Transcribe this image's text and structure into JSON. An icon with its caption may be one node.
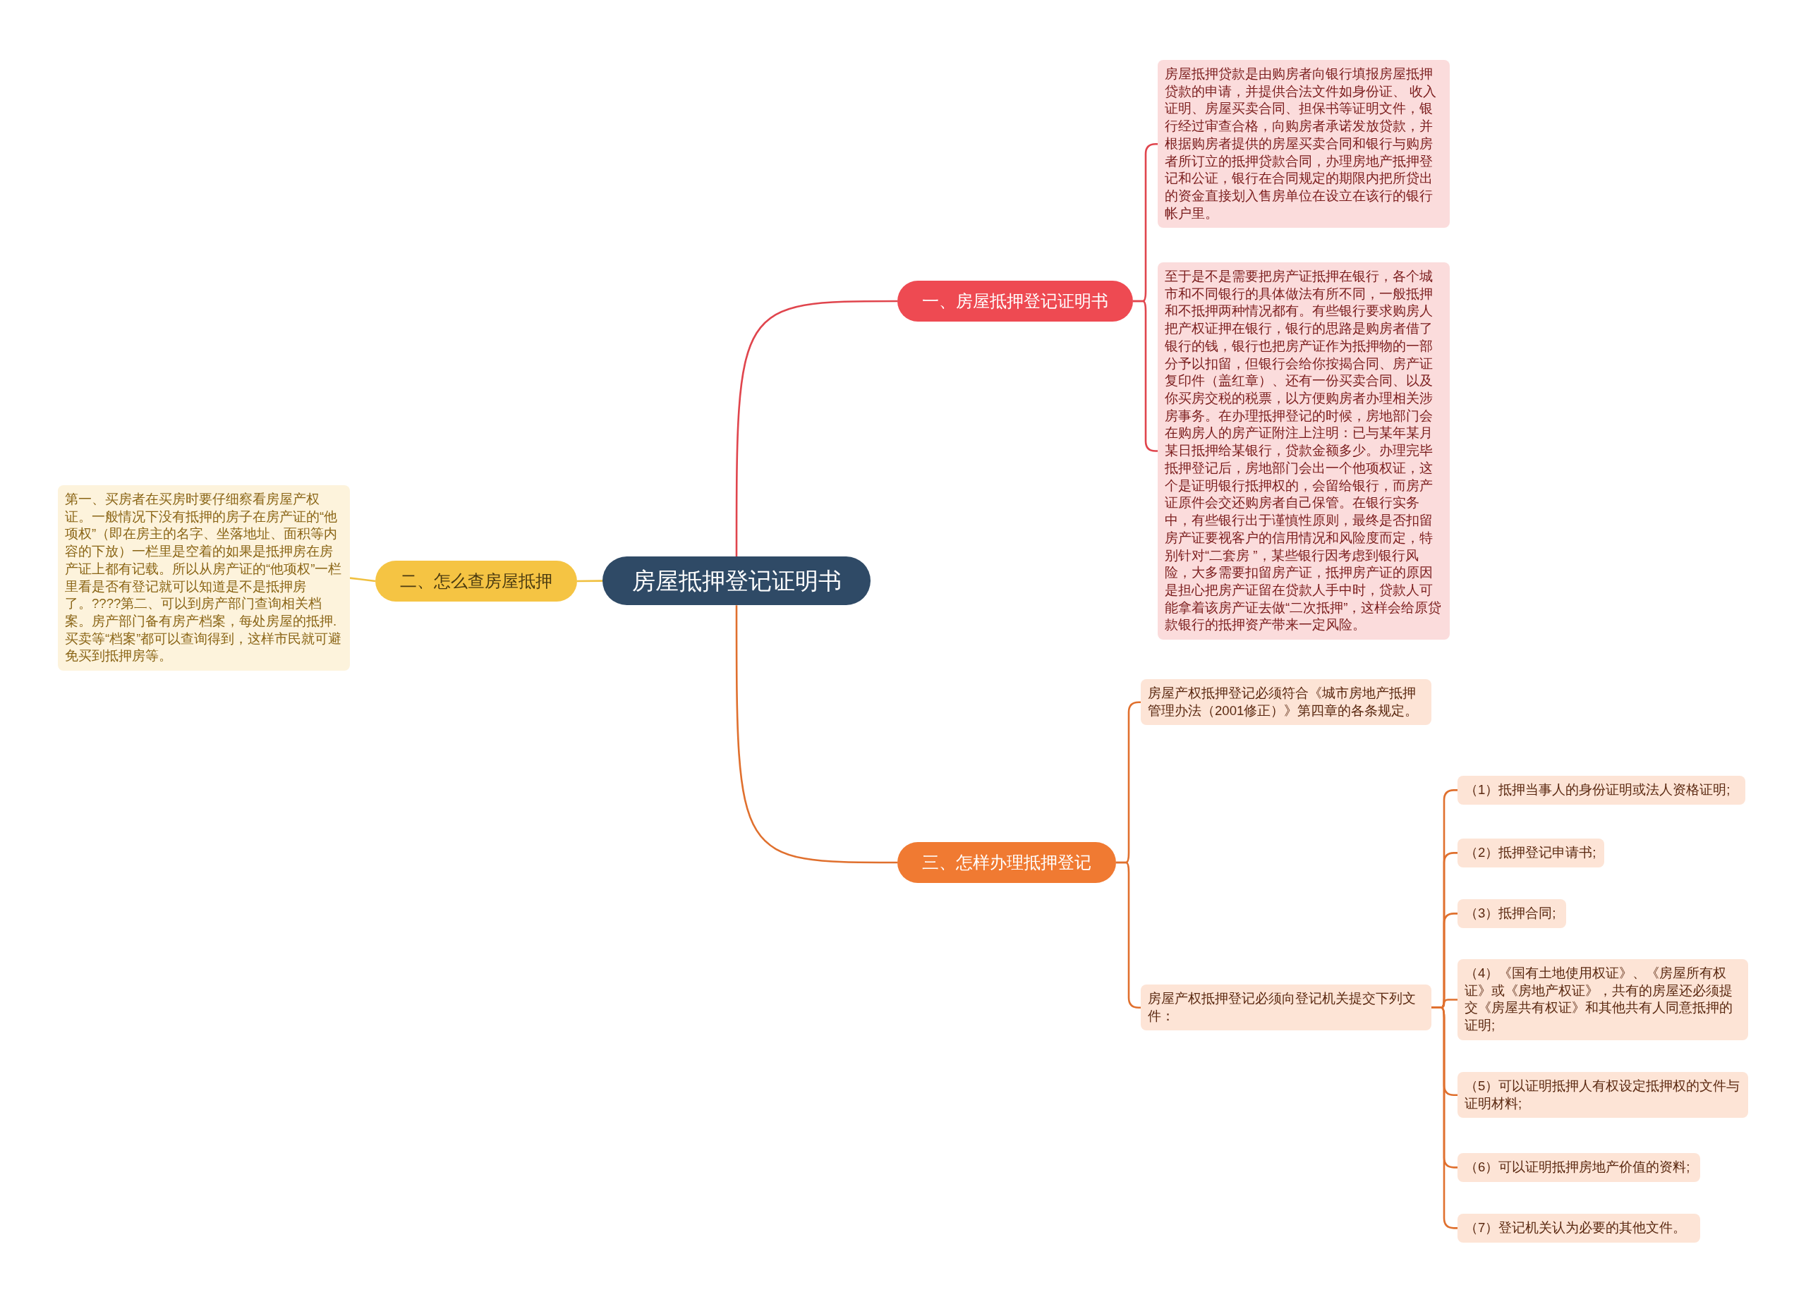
{
  "diagram": {
    "nodes": [
      {
        "text": [
          "房屋抵押登记证明书"
        ]
      },
      {
        "text": [
          "一、房屋抵押登记证明书"
        ]
      },
      {
        "text": [
          "房屋抵押贷款是由购房者向银行填报房屋抵押贷款的申请，并提供合法文件如身份证、 收入证明、房屋买卖合同、担保书等证明文件，银行经过审查合格，向购房者承诺发放贷款，并根据购房者提供的房屋买卖合同和银行与购房者所订立的抵押贷款合同，办理房地产抵押登记和公证，银行在合同规定的期限内把所贷出的资金直接划入售房单位在设立在该行的银行帐户里。"
        ]
      },
      {
        "text": [
          "至于是不是需要把房产证抵押在银行，各个城市和不同银行的具体做法有所不同，一般抵押和不抵押两种情况都有。有些银行要求购房人把产权证押在银行，银行的思路是购房者借了银行的钱，银行也把房产证作为抵押物的一部分予以扣留，但银行会给你按揭合同、房产证复印件（盖红章）、还有一份买卖合同、以及你买房交税的税票，以方便购房者办理相关涉房事务。在办理抵押登记的时候，房地部门会在购房人的房产证附注上注明：已与某年某月某日抵押给某银行，贷款金额多少。办理完毕抵押登记后，房地部门会出一个他项权证，这个是证明银行抵押权的，会留给银行，而房产证原件会交还购房者自己保管。在银行实务中，有些银行出于谨慎性原则，最终是否扣留房产证要视客户的信用情况和风险度而定，特别针对“二套房 ”，某些银行因考虑到银行风险，大多需要扣留房产证，抵押房产证的原因是担心把房产证留在贷款人手中时，贷款人可能拿着该房产证去做“二次抵押”，这样会给原贷款银行的抵押资产带来一定风险。"
        ]
      },
      {
        "text": [
          "二、怎么查房屋抵押"
        ]
      },
      {
        "text": [
          "第一、买房者在买房时要仔细察看房屋产权证。一般情况下没有抵押的房子在房产证的“他项权”（即在房主的名字、坐落地址、面积等内容的下放）一栏里是空着的如果是抵押房在房产证上都有记载。所以从房产证的“他项权”一栏里看是否有登记就可以知道是不是抵押房了。????第二、可以到房产部门查询相关档案。房产部门备有房产档案，每处房屋的抵押.买卖等“档案”都可以查询得到，这样市民就可避免买到抵押房等。"
        ]
      },
      {
        "text": [
          "三、怎样办理抵押登记"
        ]
      },
      {
        "text": [
          "房屋产权抵押登记必须符合《城市房地产抵押管理办法（2001修正）》第四章的各条规定。"
        ]
      },
      {
        "text": [
          "房屋产权抵押登记必须向登记机关提交下列文件："
        ]
      },
      {
        "text": [
          "（1）抵押当事人的身份证明或法人资格证明;"
        ]
      },
      {
        "text": [
          "（2）抵押登记申请书;"
        ]
      },
      {
        "text": [
          "（3）抵押合同;"
        ]
      },
      {
        "text": [
          "（4）《国有土地使用权证》、《房屋所有权证》或《房地产权证》，共有的房屋还必须提交《房屋共有权证》和其他共有人同意抵押的证明;"
        ]
      },
      {
        "text": [
          "（5）可以证明抵押人有权设定抵押权的文件与证明材料;"
        ]
      },
      {
        "text": [
          "（6）可以证明抵押房地产价值的资料;"
        ]
      },
      {
        "text": [
          "（7）登记机关认为必要的其他文件。"
        ]
      }
    ],
    "edges": [
      {
        "from": 0,
        "to": 1,
        "arrow": "none",
        "color": "#e0454d"
      },
      {
        "from": 1,
        "to": 2,
        "arrow": "none",
        "color": "#e0454d"
      },
      {
        "from": 1,
        "to": 3,
        "arrow": "none",
        "color": "#e0454d"
      },
      {
        "from": 0,
        "to": 4,
        "arrow": "none",
        "color": "#f0c040"
      },
      {
        "from": 4,
        "to": 5,
        "arrow": "none",
        "color": "#f0c040"
      },
      {
        "from": 0,
        "to": 6,
        "arrow": "none"
      },
      {
        "from": 6,
        "to": 7,
        "arrow": "none"
      },
      {
        "from": 6,
        "to": 8,
        "arrow": "none"
      },
      {
        "from": 8,
        "to": 9,
        "arrow": "none"
      },
      {
        "from": 8,
        "to": 10,
        "arrow": "none"
      },
      {
        "from": 8,
        "to": 11,
        "arrow": "none"
      },
      {
        "from": 8,
        "to": 12,
        "arrow": "none"
      },
      {
        "from": 8,
        "to": 13,
        "arrow": "none"
      },
      {
        "from": 8,
        "to": 14,
        "arrow": "none"
      },
      {
        "from": 8,
        "to": 15,
        "arrow": "none"
      }
    ]
  }
}
